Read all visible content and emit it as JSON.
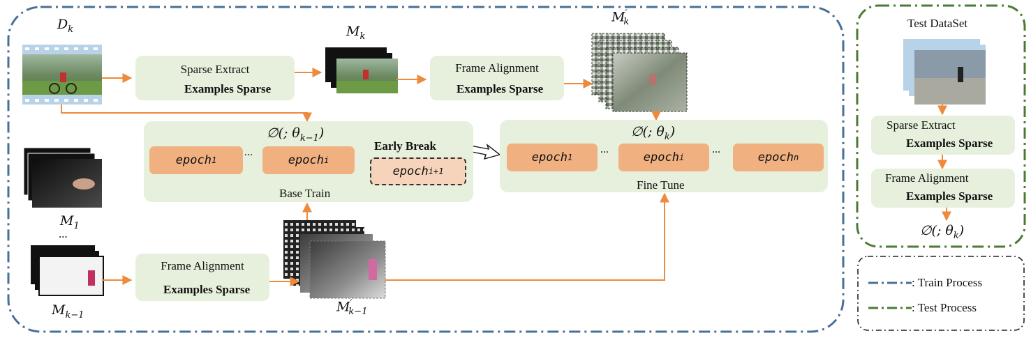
{
  "colors": {
    "train_border": "#4a6f96",
    "test_border": "#4a7a34",
    "box_fill": "#e6f0dc",
    "epoch_fill": "#f0b080",
    "arrow": "#ee8a3c"
  },
  "icons": [
    "video-frame-stack-icon",
    "film-strip-icon"
  ],
  "labels": {
    "dk": "D",
    "dk_sub": "k",
    "mk": "M",
    "mk_sub": "k",
    "mk_prime": "M",
    "mk_prime_sup": "′",
    "mk_prime_sub": "k",
    "m1": "M",
    "m1_sub": "1",
    "ellipsis": "...",
    "mkm1": "M",
    "mkm1_sub": "k−1",
    "mkm1_prime": "M",
    "mkm1_prime_sup": "′",
    "mkm1_prime_sub": "k−1"
  },
  "processes": {
    "sparse_extract_title": "Sparse Extract",
    "sparse_extract_sub": "Examples Sparse",
    "frame_align_title": "Frame Alignment",
    "frame_align_sub": "Examples Sparse",
    "frame_align2_title": "Frame Alignment",
    "frame_align2_sub": "Examples Sparse"
  },
  "base_train": {
    "theta": "∅(; θ",
    "theta_sub": "k−1",
    "theta_close": ")",
    "epoch1": "epoch",
    "epoch1_sub": "1",
    "epochi": "epoch",
    "epochi_sub": "i",
    "epochnext": "epoch",
    "epochnext_sub": "i+1",
    "early_break": "Early Break",
    "dots": "...",
    "label": "Base Train"
  },
  "fine_tune": {
    "theta": "∅(; θ",
    "theta_sub": "k",
    "theta_close": ")",
    "epoch1": "epoch",
    "epoch1_sub": "1",
    "epochi": "epoch",
    "epochi_sub": "i",
    "epochn": "epoch",
    "epochn_sub": "n",
    "dots": "...",
    "label": "Fine Tune"
  },
  "test": {
    "title": "Test DataSet",
    "sparse_extract_title": "Sparse Extract",
    "sparse_extract_sub": "Examples Sparse",
    "frame_align_title": "Frame Alignment",
    "frame_align_sub": "Examples Sparse",
    "theta": "∅(; θ",
    "theta_sub": "k",
    "theta_close": ")"
  },
  "legend": {
    "train": ": Train Process",
    "test": ": Test Process"
  }
}
